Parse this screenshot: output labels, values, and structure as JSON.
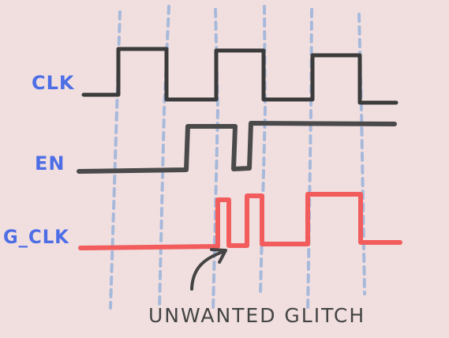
{
  "colors": {
    "background": "#f1dfe0",
    "label": "#4e6ee6",
    "clk_trace": "#3b3b3b",
    "en_trace": "#4a4a4a",
    "gclk_trace": "#f25c5c",
    "gridline": "#a7b9db",
    "annotation": "#444444"
  },
  "signals": [
    {
      "id": "clk",
      "label": "CLK"
    },
    {
      "id": "en",
      "label": "EN"
    },
    {
      "id": "gclk",
      "label": "G_CLK"
    }
  ],
  "annotation": {
    "text": "UNWANTED GLITCH"
  },
  "icons": {
    "arrow": "curved-arrow-icon"
  }
}
